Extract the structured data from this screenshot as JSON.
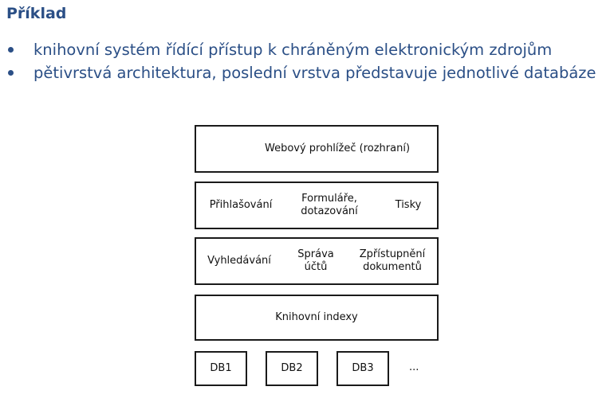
{
  "slide": {
    "title": "Příklad",
    "bullets": [
      "knihovní systém řídící přístup k chráněným elektronickým zdrojům",
      "pětivrstvá architektura, poslední vrstva představuje jednotlivé databáze"
    ]
  },
  "diagram": {
    "layer_browser": "Webový prohlížeč (rozhraní)",
    "layer_ui": {
      "login": "Přihlašování",
      "forms": "Formuláře,\ndotazování",
      "print": "Tisky"
    },
    "layer_services": {
      "search": "Vyhledávání",
      "accounts": "Správa\núčtů",
      "access": "Zpřístupnění\ndokumentů"
    },
    "layer_indexes": "Knihovní indexy",
    "databases": [
      "DB1",
      "DB2",
      "DB3"
    ],
    "more": "..."
  },
  "colors": {
    "accent": "#2b4f86",
    "border": "#1a1a1a"
  }
}
